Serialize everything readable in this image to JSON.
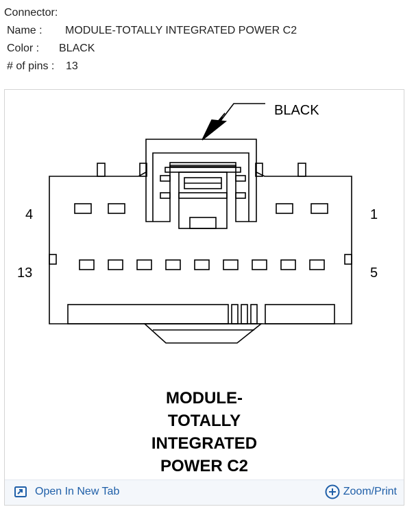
{
  "connector": {
    "heading": "Connector:",
    "name_label": "Name :",
    "name_value": "MODULE-TOTALLY INTEGRATED POWER C2",
    "color_label": "Color :",
    "color_value": "BLACK",
    "pins_label": "# of pins :",
    "pins_value": "13"
  },
  "diagram": {
    "color_callout": "BLACK",
    "pin_left_top": "4",
    "pin_right_top": "1",
    "pin_left_bottom": "13",
    "pin_right_bottom": "5",
    "title_lines": [
      "MODULE-",
      "TOTALLY",
      "INTEGRATED",
      "POWER C2"
    ]
  },
  "actions": {
    "open_new_tab": "Open In New Tab",
    "zoom_print": "Zoom/Print"
  },
  "colors": {
    "link": "#1f5fa8",
    "footer_bg": "#f4f7fb",
    "panel_border": "#d4d4d4"
  },
  "icons": {
    "open_new_tab": "open-in-new-tab-icon",
    "zoom_print": "plus-circle-icon",
    "callout_arrow": "arrow-icon"
  }
}
